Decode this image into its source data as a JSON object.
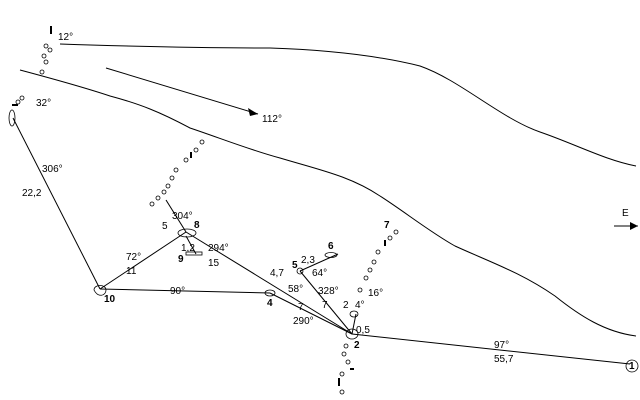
{
  "drift_direction": "112°",
  "compass": {
    "east_label": "E"
  },
  "points": [
    {
      "id": "1",
      "label": "1"
    },
    {
      "id": "2",
      "label": "2"
    },
    {
      "id": "4",
      "label": "4"
    },
    {
      "id": "5",
      "label": "5"
    },
    {
      "id": "6",
      "label": "6"
    },
    {
      "id": "7",
      "label": "7"
    },
    {
      "id": "8",
      "label": "8"
    },
    {
      "id": "9",
      "label": "9"
    },
    {
      "id": "10",
      "label": "10"
    }
  ],
  "rock_bearings": {
    "top": "12°",
    "upper_left": "32°",
    "right_chain": "16°"
  },
  "legs": [
    {
      "from": "10",
      "to": "top",
      "bearing": "306°",
      "distance": "22,2"
    },
    {
      "from": "10",
      "to": "8",
      "bearing": "72°",
      "distance": "11"
    },
    {
      "from": "10",
      "to": "4",
      "bearing": "90°",
      "distance": ""
    },
    {
      "from": "8",
      "to": "rocks",
      "bearing": "304°",
      "distance": "5"
    },
    {
      "from": "8",
      "to": "4",
      "bearing": "294°",
      "distance": "15"
    },
    {
      "from": "9",
      "to": "8",
      "bearing": "",
      "distance": "1,2"
    },
    {
      "from": "4",
      "to": "5",
      "bearing": "",
      "distance": "4,7"
    },
    {
      "from": "5",
      "to": "6",
      "bearing": "64°",
      "distance": "2,3"
    },
    {
      "from": "4",
      "to": "2",
      "bearing": "290°",
      "distance": "7"
    },
    {
      "from": "2",
      "to": "5",
      "bearing": "328°",
      "distance": "7"
    },
    {
      "from": "2",
      "to": "4",
      "bearing": "58°",
      "distance": ""
    },
    {
      "from": "2",
      "to": "3",
      "bearing": "4°",
      "distance": "2"
    },
    {
      "from": "2",
      "to": "1",
      "bearing": "97°",
      "distance": "55,7"
    },
    {
      "from": "2",
      "to": "3b",
      "bearing": "",
      "distance": "0,5"
    }
  ]
}
